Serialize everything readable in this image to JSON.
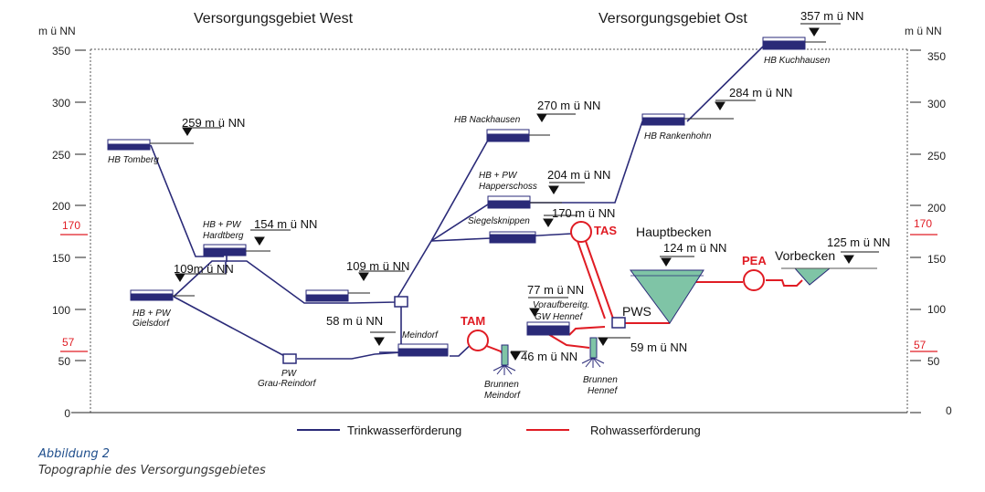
{
  "colors": {
    "drinking_water": "#2a2a78",
    "raw_water": "#e01c24",
    "basin_fill": "#7fc4a6",
    "reservoir_fill": "#2a2a78",
    "axis": "#222222",
    "grid": "#555555",
    "caption_blue": "#1f4e8c"
  },
  "headings": {
    "west": "Versorgungsgebiet West",
    "east": "Versorgungsgebiet Ost"
  },
  "axis": {
    "unit_left": "m ü NN",
    "unit_right": "m ü NN",
    "ticks": [
      "0",
      "50",
      "100",
      "150",
      "200",
      "250",
      "300",
      "350"
    ],
    "red_marks": [
      "57",
      "170"
    ]
  },
  "stations": {
    "hb_tomberg": "HB Tomberg",
    "hb_pw_gielsdorf_1": "HB + PW",
    "hb_pw_gielsdorf_2": "Gielsdorf",
    "hb_pw_hardtberg_1": "HB + PW",
    "hb_pw_hardtberg_2": "Hardtberg",
    "pw_grau_reindorf_1": "PW",
    "pw_grau_reindorf_2": "Grau-Reindorf",
    "meindorf": "Meindorf",
    "brunnen_meindorf_1": "Brunnen",
    "brunnen_meindorf_2": "Meindorf",
    "hb_nackhausen": "HB Nackhausen",
    "hb_pw_happerschoss_1": "HB + PW",
    "hb_pw_happerschoss_2": "Happerschoss",
    "siegelsknippen": "Siegelsknippen",
    "voraufbereitung_1": "Voraufbereitg.",
    "voraufbereitung_2": "GW Hennef",
    "brunnen_hennef_1": "Brunnen",
    "brunnen_hennef_2": "Hennef",
    "hb_rankenhohn": "HB Rankenhohn",
    "hb_kuchhausen": "HB Kuchhausen",
    "hauptbecken": "Hauptbecken",
    "vorbecken": "Vorbecken",
    "pws": "PWS",
    "tam": "TAM",
    "tas": "TAS",
    "pea": "PEA"
  },
  "levels": {
    "tomberg": "259 m ü NN",
    "gielsdorf": "109m ü NN",
    "hardtberg": "154 m ü NN",
    "mid_reservoir": "109 m ü NN",
    "meindorf": "58 m ü NN",
    "brunnen_meindorf": "46 m ü NN",
    "nackhausen": "270 m ü NN",
    "happerschoss": "204 m ü NN",
    "siegelsknippen": "170 m ü NN",
    "voraufbereitung": "77 m ü NN",
    "brunnen_hennef": "59 m ü NN",
    "rankenhohn": "284 m ü NN",
    "kuchhausen": "357 m ü NN",
    "hauptbecken": "124 m ü NN",
    "vorbecken": "125 m ü NN"
  },
  "legend": {
    "drinking": "Trinkwasserförderung",
    "raw": "Rohwasserförderung"
  },
  "caption": {
    "title": "Abbildung 2",
    "text": "Topographie des Versorgungsgebietes"
  }
}
